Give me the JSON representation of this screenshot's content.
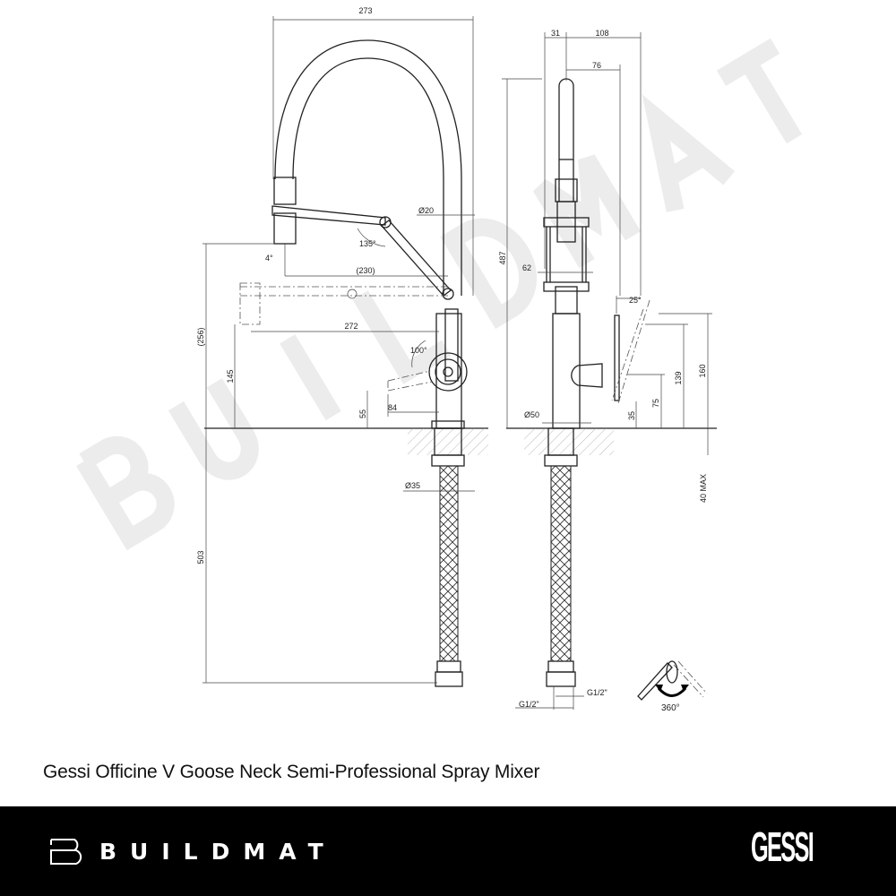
{
  "watermark": "BUILDMAT",
  "title": "Gessi Officine V Goose Neck Semi-Professional Spray Mixer",
  "footer": {
    "brand": "BUILDMAT",
    "manufacturer_logo": "GESSI"
  },
  "front_view": {
    "width_273": "273",
    "dia_20": "Ø20",
    "angle_135": "135°",
    "angle_4": "4°",
    "reach_230": "(230)",
    "reach_272": "272",
    "angle_100": "100°",
    "dim_84": "84",
    "dim_55": "55",
    "dim_145": "145",
    "dim_256": "(256)",
    "dim_503": "503",
    "dia_35": "Ø35"
  },
  "side_view": {
    "dim_31": "31",
    "dim_108": "108",
    "dim_76": "76",
    "dim_487": "487",
    "dim_62": "62",
    "angle_25": "25°",
    "dim_160": "160",
    "dim_139": "139",
    "dim_75": "75",
    "dim_35": "35",
    "dia_50": "Ø50",
    "max_40": "40 MAX",
    "thread_1": "G1/2\"",
    "thread_2": "G1/2\"",
    "rotation": "360°"
  }
}
